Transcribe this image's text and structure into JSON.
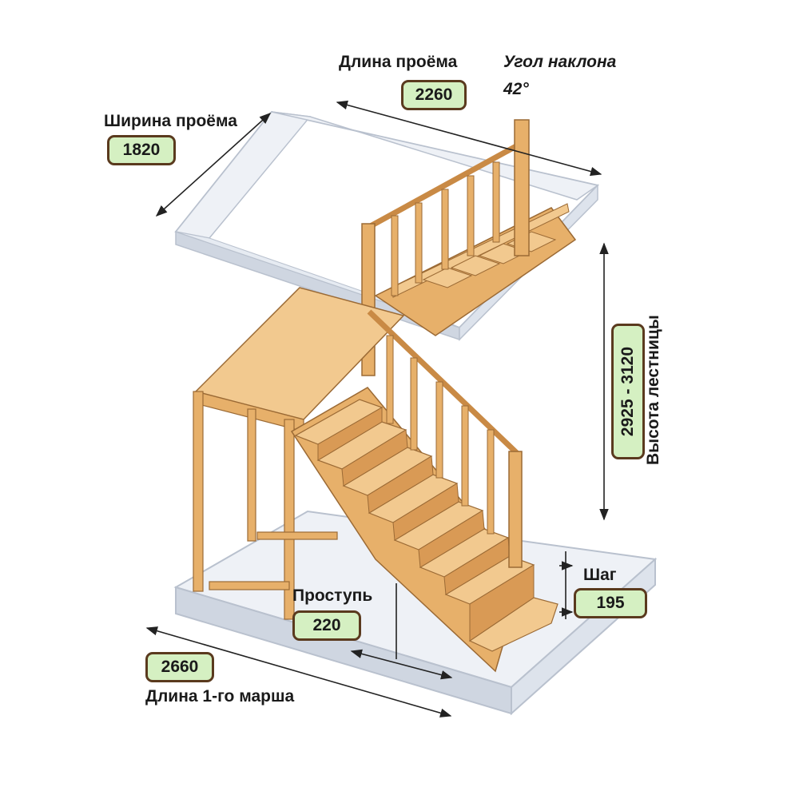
{
  "labels": {
    "opening_length_label": "Длина проёма",
    "opening_length_value": "2260",
    "angle_label": "Угол наклона",
    "angle_value": "42°",
    "opening_width_label": "Ширина проёма",
    "opening_width_value": "1820",
    "height_label": "Высота лестницы",
    "height_value": "2925 - 3120",
    "step_label": "Шаг",
    "step_value": "195",
    "tread_label": "Проступь",
    "tread_value": "220",
    "flight_length_value": "2660",
    "flight_length_label": "Длина 1-го марша"
  },
  "colors": {
    "wood_light": "#f2c98f",
    "wood_mid": "#e7b06a",
    "wood_dark": "#c98a45",
    "glass_top": "#eef1f6",
    "glass_side": "#cfd6e1",
    "badge_fill": "#d5f0c2",
    "badge_border": "#5a3a1e"
  }
}
